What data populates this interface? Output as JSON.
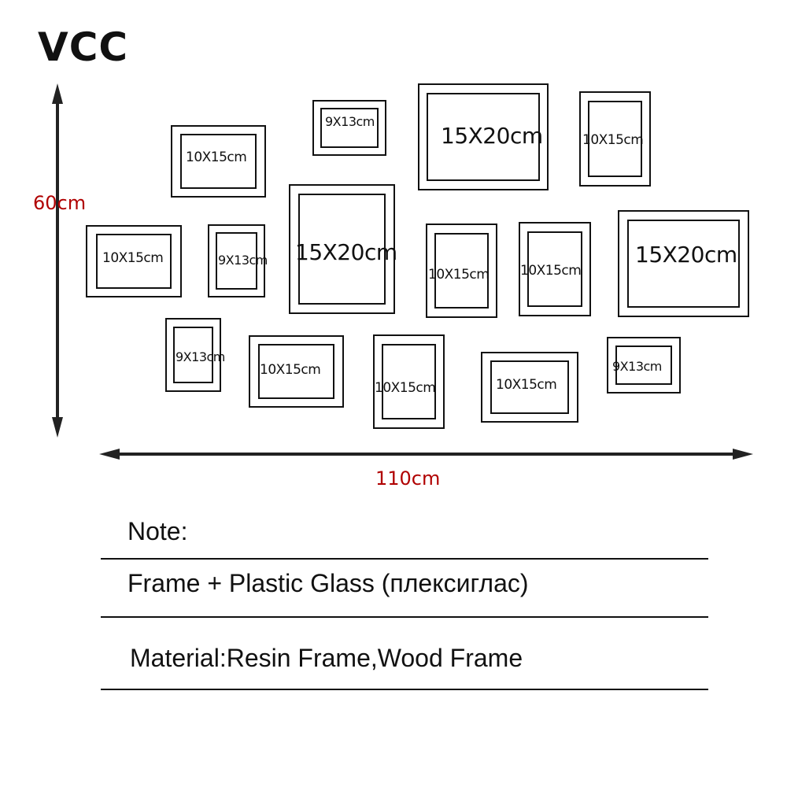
{
  "brand": "VCC",
  "dimensions": {
    "height": "60cm",
    "width": "110cm"
  },
  "frames": [
    {
      "label": "9X13cm"
    },
    {
      "label": "15X20cm"
    },
    {
      "label": "10X15cm"
    },
    {
      "label": "10X15cm"
    },
    {
      "label": "10X15cm"
    },
    {
      "label": "9X13cm"
    },
    {
      "label": "15X20cm"
    },
    {
      "label": "10X15cm"
    },
    {
      "label": "10X15cm"
    },
    {
      "label": "15X20cm"
    },
    {
      "label": "9X13cm"
    },
    {
      "label": "10X15cm"
    },
    {
      "label": "10X15cm"
    },
    {
      "label": "10X15cm"
    },
    {
      "label": "9X13cm"
    }
  ],
  "notes": {
    "heading": "Note:",
    "glass": "Frame + Plastic Glass (плексиглас)",
    "material": "Material:Resin Frame,Wood Frame"
  }
}
